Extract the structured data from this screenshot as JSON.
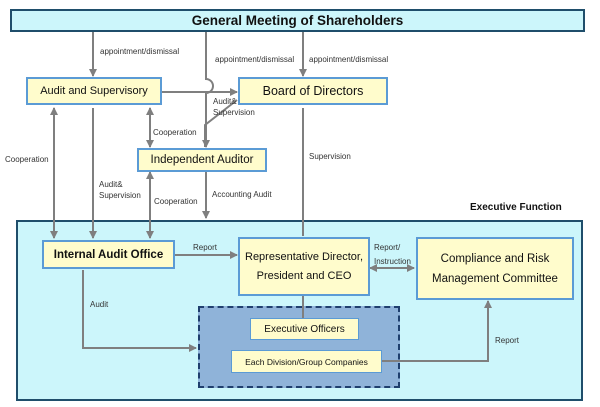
{
  "title": "General Meeting of Shareholders",
  "nodes": {
    "audit_supervisory": "Audit and Supervisory",
    "board": "Board of Directors",
    "independent_auditor": "Independent Auditor",
    "internal_audit": "Internal Audit Office",
    "rep_director_line1": "Representative Director,",
    "rep_director_line2": "President and CEO",
    "compliance_line1": "Compliance and Risk",
    "compliance_line2": "Management Committee",
    "executive_officers": "Executive Officers",
    "divisions": "Each Division/Group Companies"
  },
  "region": {
    "executive_function": "Executive Function"
  },
  "labels": {
    "appt_dismissal_1": "appointment/dismissal",
    "appt_dismissal_2": "appointment/dismissal",
    "appt_dismissal_3": "appointment/dismissal",
    "audit_supervision_1a": "Audit&",
    "audit_supervision_1b": "Supervision",
    "cooperation_1": "Cooperation",
    "cooperation_2": "Cooperation",
    "cooperation_3": "Cooperation",
    "audit_supervision_2a": "Audit&",
    "audit_supervision_2b": "Supervision",
    "supervision": "Supervision",
    "accounting_audit": "Accounting Audit",
    "report_1": "Report",
    "report_instruction_a": "Report/",
    "report_instruction_b": "Instruction",
    "audit": "Audit",
    "report_2": "Report"
  },
  "colors": {
    "box_fill": "#fffccc",
    "box_border": "#5b9bd5",
    "region_fill": "#ccf6fb",
    "inner_fill": "#8fb3d9",
    "arrow": "#7f7f7f"
  }
}
